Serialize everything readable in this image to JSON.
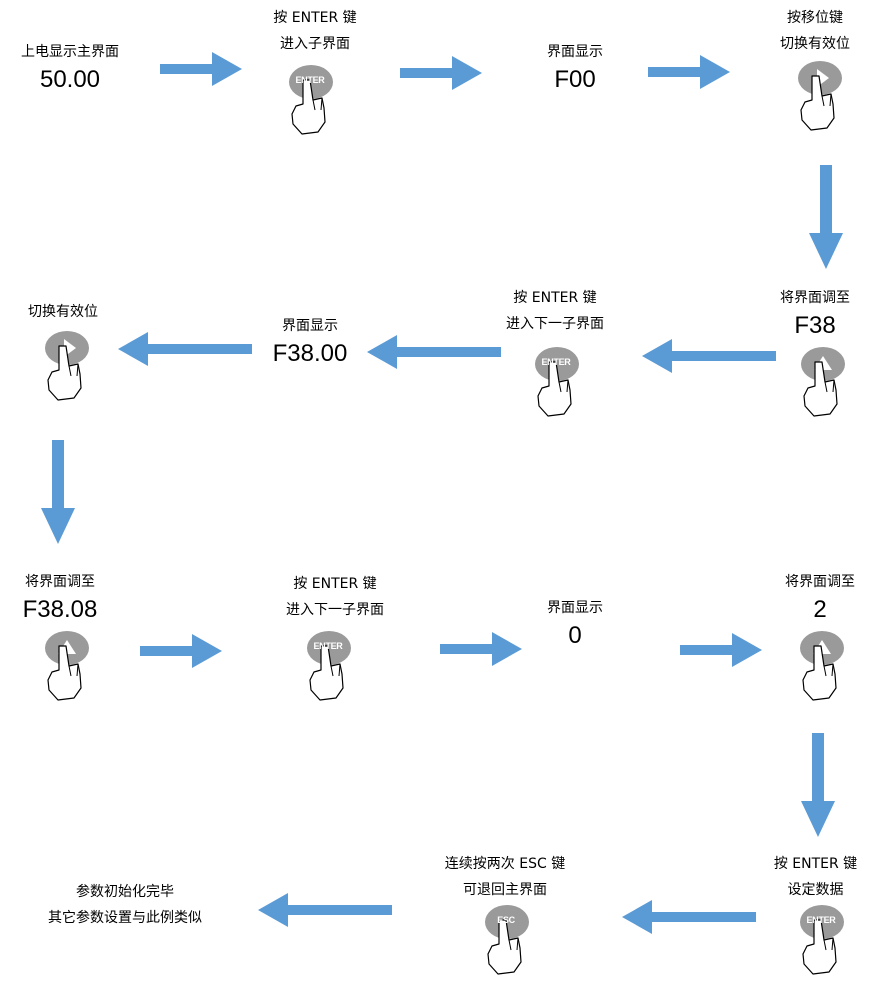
{
  "colors": {
    "arrow": "#5b9bd5",
    "button": "#9a9a9a"
  },
  "steps": {
    "s1": {
      "line1": "上电显示主界面",
      "value": "50.00"
    },
    "s2": {
      "line1": "按 ENTER 键",
      "line2": "进入子界面",
      "button": "ENTER"
    },
    "s3": {
      "line1": "界面显示",
      "value": "F00"
    },
    "s4": {
      "line1": "按移位键",
      "line2": "切换有效位",
      "icon": "right-arrow-icon"
    },
    "s5": {
      "line1": "将界面调至",
      "value": "F38",
      "icon": "up-arrow-icon"
    },
    "s6": {
      "line1": "按 ENTER 键",
      "line2": "进入下一子界面",
      "button": "ENTER"
    },
    "s7": {
      "line1": "界面显示",
      "value": "F38.00"
    },
    "s8": {
      "line1": "切换有效位",
      "icon": "right-arrow-icon"
    },
    "s9": {
      "line1": "将界面调至",
      "value": "F38.08",
      "icon": "up-arrow-icon"
    },
    "s10": {
      "line1": "按 ENTER 键",
      "line2": "进入下一子界面",
      "button": "ENTER"
    },
    "s11": {
      "line1": "界面显示",
      "value": "0"
    },
    "s12": {
      "line1": "将界面调至",
      "value": "2",
      "icon": "up-arrow-icon"
    },
    "s13": {
      "line1": "按 ENTER 键",
      "line2": "设定数据",
      "button": "ENTER"
    },
    "s14": {
      "line1": "连续按两次 ESC 键",
      "line2": "可退回主界面",
      "button": "ESC"
    },
    "s15": {
      "line1": "参数初始化完毕",
      "line2": "其它参数设置与此例类似"
    }
  }
}
